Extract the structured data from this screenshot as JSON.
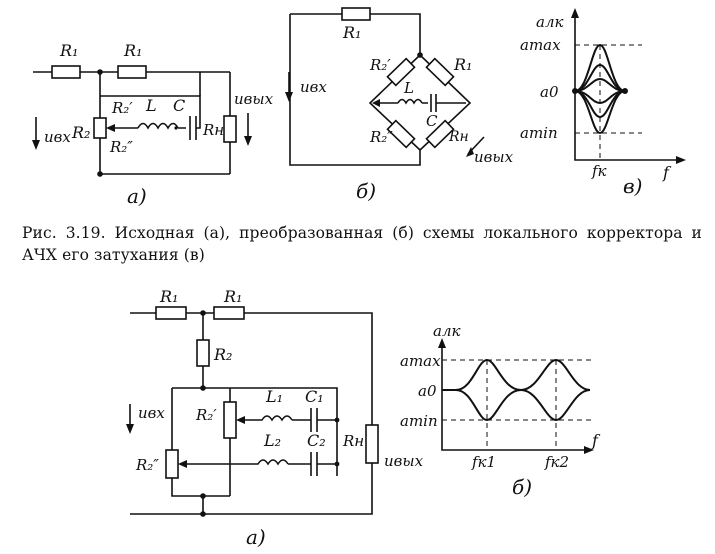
{
  "caption": "Рис. 3.19. Исходная (а), преобразованная (б) схемы локального корректора и АЧХ его затухания (в)",
  "fig_a": {
    "r1_left": "R₁",
    "r1_right": "R₁",
    "r2": "R₂",
    "r2p": "R₂′",
    "r2pp": "R₂″",
    "l": "L",
    "c": "C",
    "rn": "Rн",
    "u_in": "uвх",
    "u_out": "uвых",
    "sub": "а)"
  },
  "fig_b": {
    "r1_top": "R₁",
    "r2p": "R₂′",
    "r1_right": "R₁",
    "l": "L",
    "c": "C",
    "r2pp": "R₂″",
    "rn": "Rн",
    "u_in": "uвх",
    "u_out": "uвых",
    "sub": "б)"
  },
  "fig_v": {
    "y_axis": "aлк",
    "a_max": "amax",
    "a_0": "a0",
    "a_min": "amin",
    "f_k": "fк",
    "x_axis": "f",
    "sub": "в)"
  },
  "fig2_a": {
    "r1_left": "R₁",
    "r1_right": "R₁",
    "r2": "R₂",
    "r2p": "R₂′",
    "r2pp": "R₂″",
    "l1": "L₁",
    "c1": "C₁",
    "l2": "L₂",
    "c2": "C₂",
    "rn": "Rн",
    "u_in": "uвх",
    "u_out": "uвых",
    "sub": "а)"
  },
  "fig2_b": {
    "y_axis": "aлк",
    "a_max": "amax",
    "a_0": "a0",
    "a_min": "amin",
    "f_k1": "fк1",
    "f_k2": "fк2",
    "x_axis": "f",
    "sub": "б)"
  }
}
